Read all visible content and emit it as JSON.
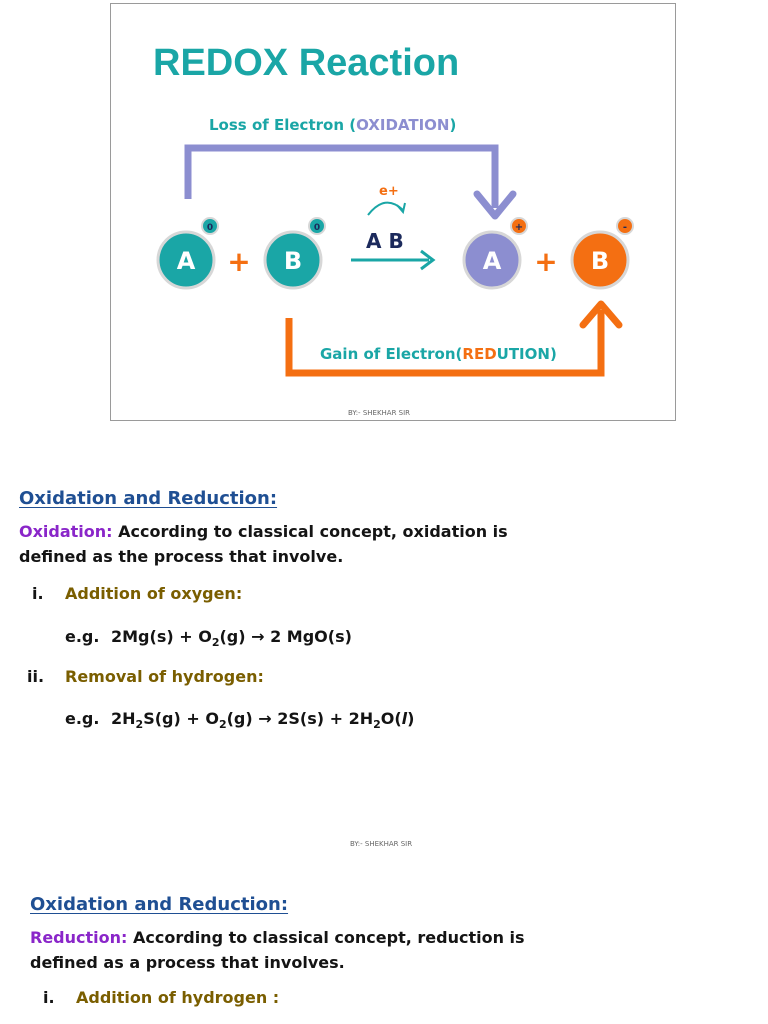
{
  "diagram": {
    "title": "REDOX Reaction",
    "oxidation_label_pre": "Loss of Electron (",
    "oxidation_label_key": "OXIDATION",
    "oxidation_label_post": ")",
    "reduction_label_pre": "Gain of Electron(",
    "reduction_label_key_1": "RED",
    "reduction_label_key_2": "UTION",
    "reduction_label_post": ")",
    "electron_label": "e+",
    "reaction_label": "A B",
    "plus_sign": "+",
    "reactant_a": {
      "letter": "A",
      "charge": "0"
    },
    "reactant_b": {
      "letter": "B",
      "charge": "0"
    },
    "product_a": {
      "letter": "A",
      "charge": "+"
    },
    "product_b": {
      "letter": "B",
      "charge": "-"
    },
    "credit": "BY:- SHEKHAR SIR",
    "colors": {
      "teal": "#1aa6a6",
      "purple": "#8c8ed0",
      "orange": "#f46f12",
      "navy": "#1c2a5c"
    }
  },
  "section1": {
    "heading": "Oxidation and Reduction:",
    "term": "Oxidation:",
    "definition": "According to classical concept, oxidation is defined as the process that involve.",
    "items": [
      {
        "number": "i.",
        "label": "Addition of oxygen:"
      },
      {
        "number": "ii.",
        "label": "Removal of hydrogen:"
      }
    ],
    "eg_label": "e.g."
  },
  "page_credit": "BY:- SHEKHAR SIR",
  "section2": {
    "heading": "Oxidation and Reduction:",
    "term": "Reduction:",
    "definition": "According to classical concept, reduction is defined as a process that involves.",
    "items": [
      {
        "number": "i.",
        "label": "Addition of hydrogen :"
      }
    ]
  }
}
